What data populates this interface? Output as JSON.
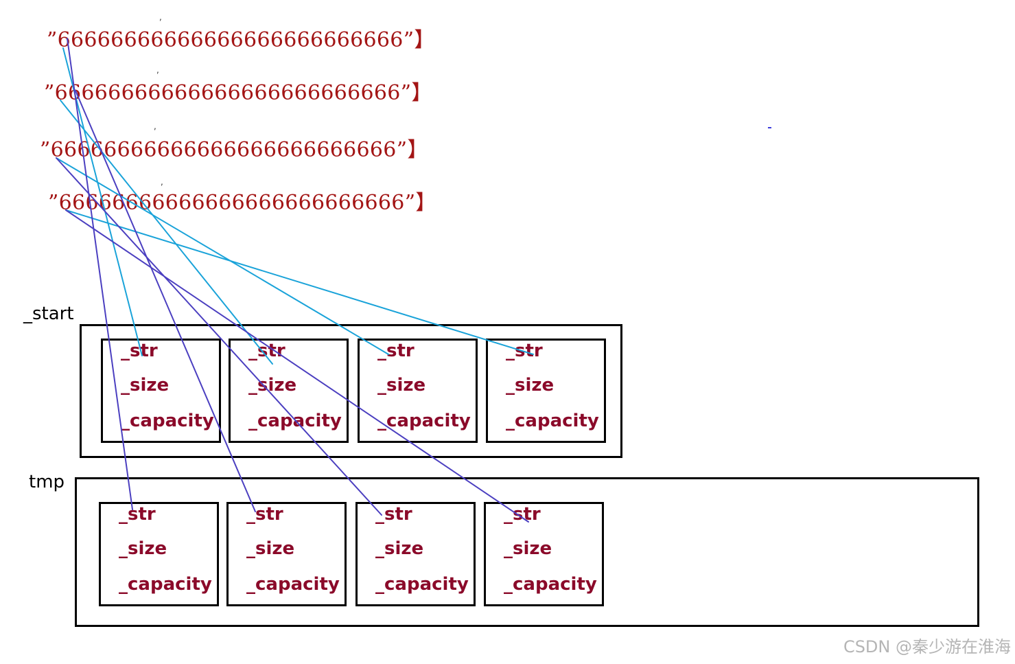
{
  "strings": [
    "”66666666666666666666666666”】",
    "”66666666666666666666666666”】",
    "”66666666666666666666666666”】",
    "”66666666666666666666666666”】"
  ],
  "groups": [
    {
      "label": "_start",
      "cells": [
        {
          "fields": [
            "_str",
            "_size",
            "_capacity"
          ]
        },
        {
          "fields": [
            "_str",
            "_size",
            "_capacity"
          ]
        },
        {
          "fields": [
            "_str",
            "_size",
            "_capacity"
          ]
        },
        {
          "fields": [
            "_str",
            "_size",
            "_capacity"
          ]
        }
      ]
    },
    {
      "label": "tmp",
      "cells": [
        {
          "fields": [
            "_str",
            "_size",
            "_capacity"
          ]
        },
        {
          "fields": [
            "_str",
            "_size",
            "_capacity"
          ]
        },
        {
          "fields": [
            "_str",
            "_size",
            "_capacity"
          ]
        },
        {
          "fields": [
            "_str",
            "_size",
            "_capacity"
          ]
        }
      ]
    }
  ],
  "colors": {
    "string_text": "#a31515",
    "field_text": "#8b0a2a",
    "arrow_start": "#1aa3d9",
    "arrow_tmp": "#4b3fc0"
  },
  "watermark": "CSDN @秦少游在淮海"
}
